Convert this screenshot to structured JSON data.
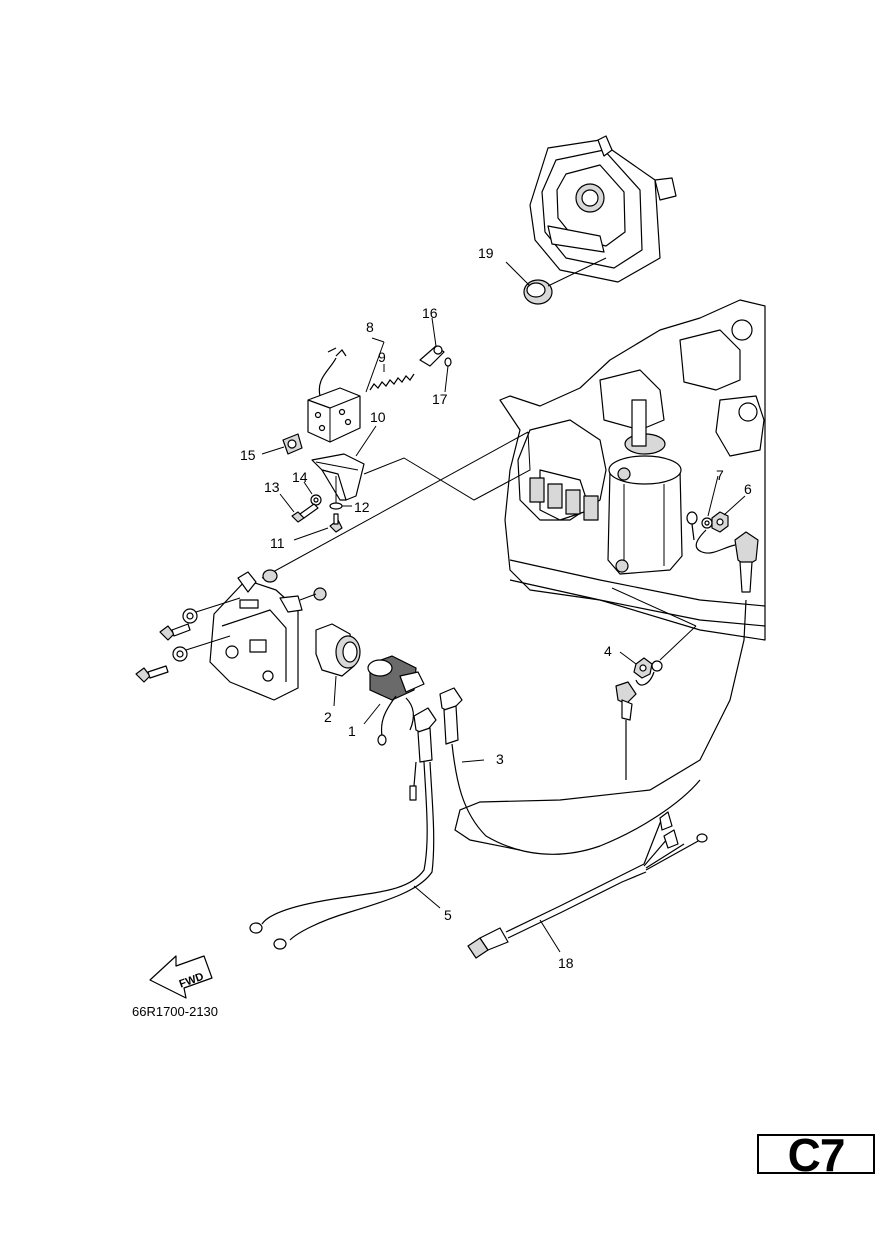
{
  "diagram": {
    "part_number": "66R1700-2130",
    "fwd_label": "FWD",
    "section": "C7",
    "callouts": {
      "c1": "1",
      "c2": "2",
      "c3": "3",
      "c4": "4",
      "c5": "5",
      "c6": "6",
      "c7": "7",
      "c8": "8",
      "c9": "9",
      "c10": "10",
      "c11": "11",
      "c12": "12",
      "c13": "13",
      "c14": "14",
      "c15": "15",
      "c16": "16",
      "c17": "17",
      "c18": "18",
      "c19": "19"
    }
  }
}
